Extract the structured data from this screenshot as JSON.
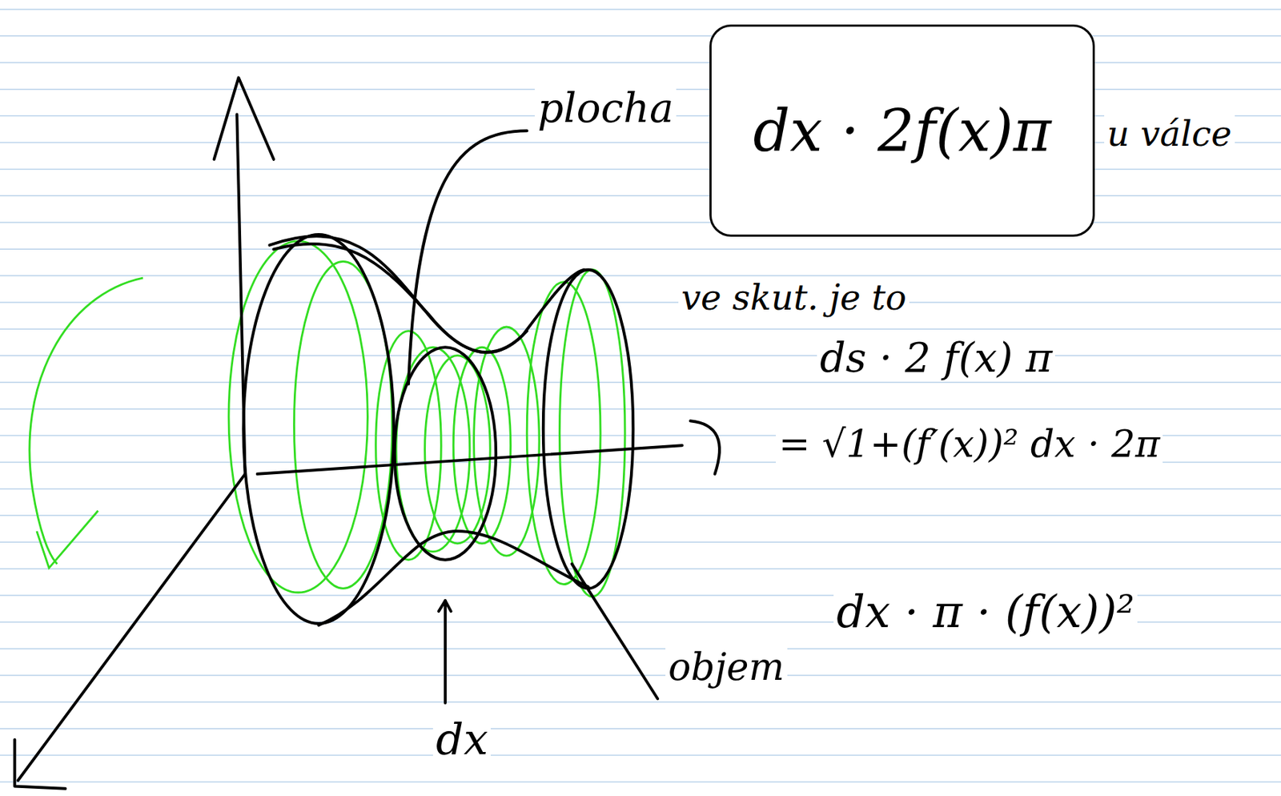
{
  "diagram": {
    "nodes": [
      {
        "text": [
          "dx · 2f(x)π"
        ]
      }
    ],
    "labels": [
      "plocha",
      "u válce",
      "ve skut. je to",
      "ds · 2 f(x) π",
      "= √1+(f′(x))² dx · 2π",
      "objem",
      "dx · π · (f(x))²",
      "dx"
    ]
  }
}
